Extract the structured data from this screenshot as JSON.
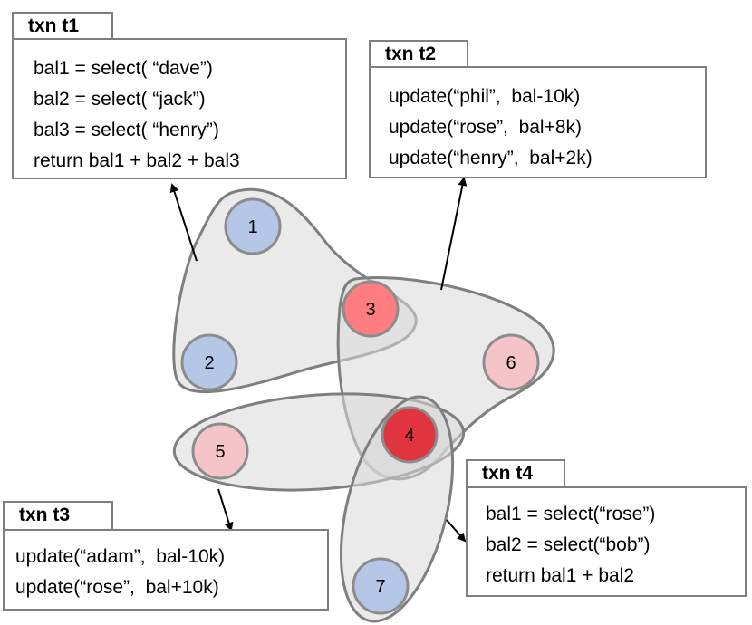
{
  "transactions": [
    {
      "label": "txn t1",
      "lines": [
        "bal1 = select( “dave”)",
        "bal2 = select( “jack”)",
        "bal3 = select( “henry”)",
        "return bal1 + bal2 + bal3"
      ]
    },
    {
      "label": "txn t2",
      "lines": [
        "update(“phil”,  bal-10k)",
        "update(“rose”,  bal+8k)",
        "update(“henry”,  bal+2k)"
      ]
    },
    {
      "label": "txn t3",
      "lines": [
        "update(“adam”,  bal-10k)",
        "update(“rose”,  bal+10k)"
      ]
    },
    {
      "label": "txn t4",
      "lines": [
        "bal1 = select(“rose”)",
        "bal2 = select(“bob”)",
        "return bal1 + bal2"
      ]
    }
  ],
  "nodes": [
    {
      "label": "1",
      "color": "#b4c7e7"
    },
    {
      "label": "2",
      "color": "#b4c7e7"
    },
    {
      "label": "3",
      "color": "#ff7c80"
    },
    {
      "label": "4",
      "color": "#e0343f"
    },
    {
      "label": "5",
      "color": "#f4c4c8"
    },
    {
      "label": "6",
      "color": "#f4c4c8"
    },
    {
      "label": "7",
      "color": "#b4c7e7"
    }
  ],
  "colors": {
    "region_fill": "#d9d9d9",
    "region_stroke": "#7f7f7f",
    "node_stroke": "#8c8c8c"
  }
}
